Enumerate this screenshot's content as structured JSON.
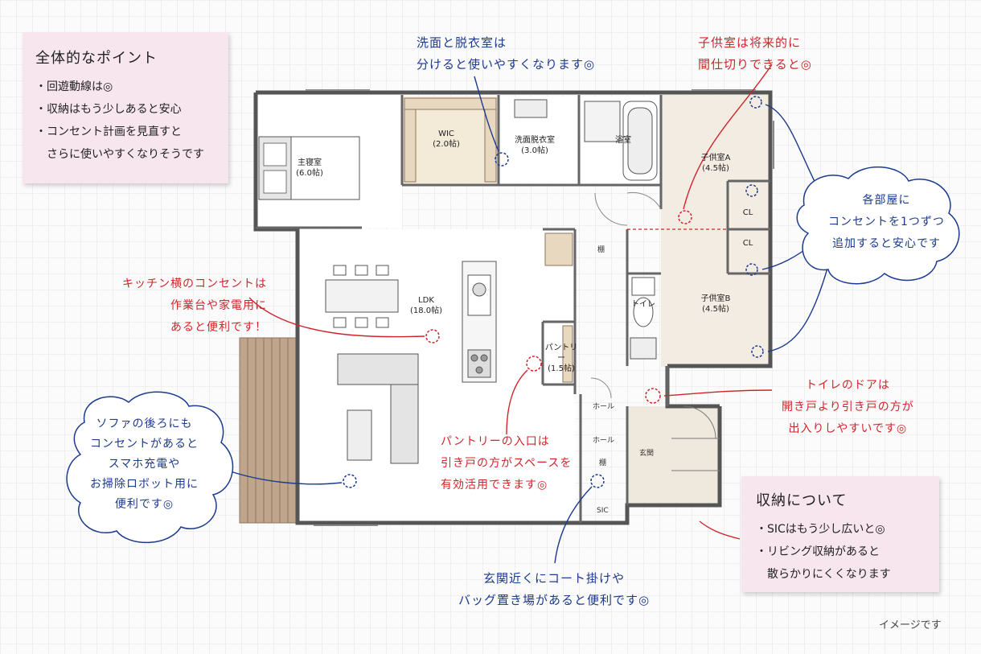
{
  "summary": {
    "title": "全体的なポイント",
    "items": [
      "・回遊動線は◎",
      "・収納はもう少しあると安心",
      "・コンセント計画を見直すと",
      "　さらに使いやすくなりそうです"
    ]
  },
  "storage_note": {
    "title": "収納について",
    "items": [
      "・SICはもう少し広いと◎",
      "・リビング収納があると",
      "　散らかりにくくなります"
    ]
  },
  "annotations": {
    "washroom": "洗面と脱衣室は\n分けると使いやすくなります◎",
    "kids_room": "子供室は将来的に\n間仕切りできると◎",
    "outlets": "各部屋に\nコンセントを1つずつ\n追加すると安心です",
    "kitchen": "キッチン横のコンセントは\n作業台や家電用に\nあると便利です！",
    "toilet": "トイレのドアは\n開き戸より引き戸の方が\n出入りしやすいです◎",
    "pantry": "パントリーの入口は\n引き戸の方がスペースを\n有効活用できます◎",
    "sofa": "ソファの後ろにも\nコンセントがあると\nスマホ充電や\nお掃除ロボット用に\n便利です◎",
    "entrance": "玄関近くにコート掛けや\nバッグ置き場があると便利です◎"
  },
  "rooms": {
    "master": {
      "name": "主寝室",
      "size": "(6.0帖)"
    },
    "wic": {
      "name": "WIC",
      "size": "(2.0帖)"
    },
    "dressing": {
      "name": "洗面脱衣室",
      "size": "(3.0帖)"
    },
    "bath": {
      "name": "浴室"
    },
    "kid_a": {
      "name": "子供室A",
      "size": "(4.5帖)"
    },
    "kid_b": {
      "name": "子供室B",
      "size": "(4.5帖)"
    },
    "cl1": "CL",
    "cl2": "CL",
    "ldk": {
      "name": "LDK",
      "size": "(18.0帖)"
    },
    "pantry": {
      "name": "パントリー",
      "size": "(1.5帖)"
    },
    "toilet": "トイレ",
    "hall1": "ホール",
    "hall2": "ホール",
    "genkan": "玄関",
    "sic": "SIC",
    "shelf1": "棚",
    "shelf2": "棚"
  },
  "footer": "イメージです",
  "colors": {
    "red": "#d1242a",
    "blue": "#1c3a8e",
    "note_bg": "#f7e6ee",
    "kids_floor": "#f3ece3"
  }
}
